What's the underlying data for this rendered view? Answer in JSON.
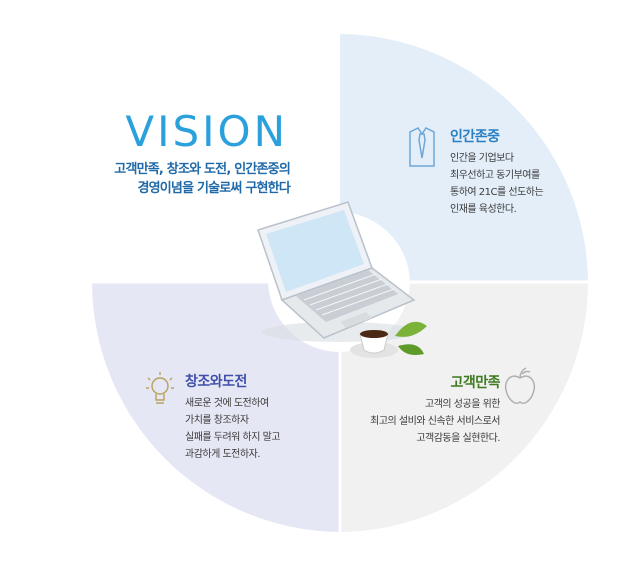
{
  "vision": {
    "title": "VISION",
    "subtitle_line1": "고객만족, 창조와 도전, 인간존중의",
    "subtitle_line2": "경영이념을 기술로써 구현한다"
  },
  "values": [
    {
      "id": "human",
      "title": "인간존중",
      "lines": [
        "인간을 기업보다",
        "최우선하고 동기부여를",
        "통하여 21C를 선도하는",
        "인재를 육성한다."
      ],
      "icon": "necktie-shirt-icon"
    },
    {
      "id": "customer",
      "title": "고객만족",
      "lines": [
        "고객의 성공을 위한",
        "최고의 설비와 신속한 서비스로서",
        "고객감동을 실현한다."
      ],
      "icon": "apple-icon"
    },
    {
      "id": "challenge",
      "title": "창조와도전",
      "lines": [
        "새로운 것에 도전하여",
        "가치를 창조하자",
        "실패를 두려워 하지 말고",
        "과감하게 도전하자."
      ],
      "icon": "light-bulb-icon"
    }
  ],
  "colors": {
    "vision_blue": "#2aa1dc",
    "quadrant_blue": "#e3eef9",
    "quadrant_grey": "#f1f1f1",
    "quadrant_lavender": "#e6e7f4",
    "human_title": "#2a7fc2",
    "customer_title": "#3e7a1f",
    "challenge_title": "#3f4fa8"
  }
}
